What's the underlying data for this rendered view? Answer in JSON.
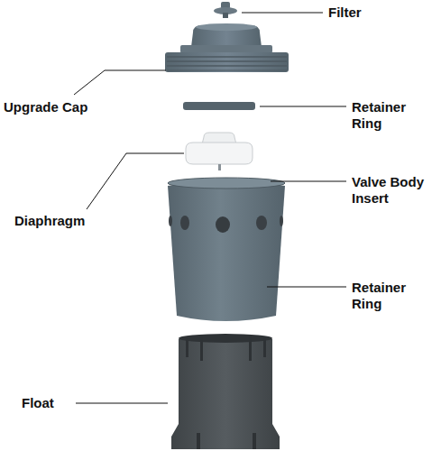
{
  "diagram": {
    "labels": [
      "Filter",
      "Upgrade Cap",
      "Retainer Ring",
      "Valve Body Insert",
      "Diaphragm",
      "Retainer Ring",
      "Float"
    ]
  }
}
